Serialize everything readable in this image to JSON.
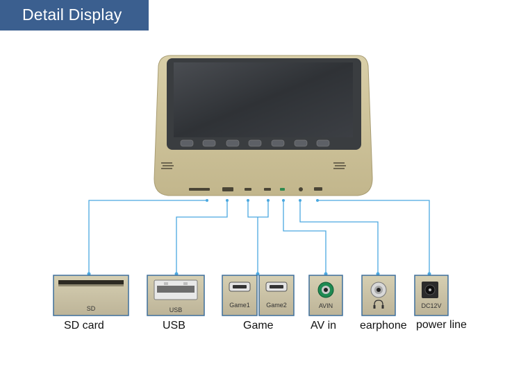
{
  "header": {
    "title": "Detail Display"
  },
  "colors": {
    "banner": "#3b5f8f",
    "connector_line": "#4aa8e0",
    "bezel": "#cbbf95",
    "panel": "#c9c0a2"
  },
  "port_labels": {
    "sd": "SD",
    "usb": "USB",
    "game1": "Game1",
    "game2": "Game2",
    "avin": "AVIN",
    "dc": "DC12V"
  },
  "captions": {
    "sd": "SD card",
    "usb": "USB",
    "game": "Game",
    "avin": "AV in",
    "earphone": "earphone",
    "power": "power line"
  },
  "icons": {
    "earphone": "headphone-icon"
  }
}
